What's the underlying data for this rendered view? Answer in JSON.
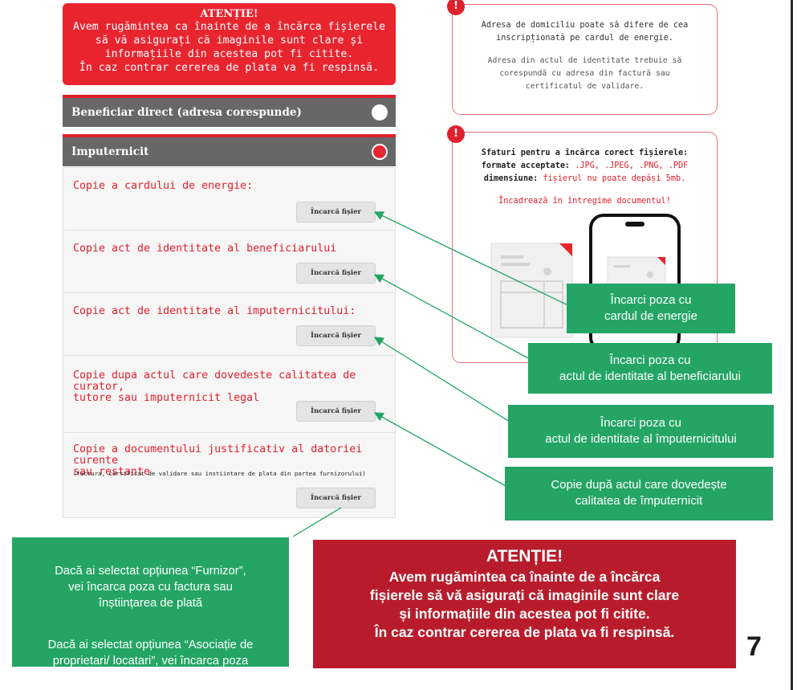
{
  "alert_top": {
    "title": "ATENȚIE!",
    "body": "Avem rugămintea ca înainte de a încărca fișierele\nsă vă asigurați că imaginile sunt clare și\ninformațiile din acestea pot fi citite.\nÎn caz contrar cererea de plata va fi respinsă."
  },
  "options": [
    {
      "label": "Beneficiar direct (adresa corespunde)",
      "selected": false
    },
    {
      "label": "Imputernicit",
      "selected": true
    }
  ],
  "uploads": [
    {
      "label": "Copie a cardului de energie:",
      "note": "",
      "button": "Încarcă fișier"
    },
    {
      "label": "Copie act de identitate al beneficiarului",
      "note": "",
      "button": "Încarcă fișier"
    },
    {
      "label": "Copie act de identitate al imputernicitului:",
      "note": "",
      "button": "Încarcă fișier"
    },
    {
      "label": "Copie dupa actul care dovedeste calitatea de curator,\ntutore sau imputernicit legal",
      "note": "",
      "button": "Încarcă fișier"
    },
    {
      "label": "Copie a documentului justificativ al datoriei curente\nsau restante",
      "note": "(factura, certificat de validare sau instiintare de plata din partea furnizorului)",
      "button": "Încarcă fișier"
    }
  ],
  "info_address": {
    "line1": "Adresa de domiciliu poate să difere de cea\ninscripționată pe cardul de energie.",
    "line2": "Adresa din actul de identitate trebuie să\ncorespundă cu adresa din factură sau\ncertificatul de validare."
  },
  "info_tips": {
    "title": "Sfaturi pentru a încărca corect fișierele:",
    "formats_label": "formate acceptate:",
    "formats_value": " .JPG, .JPEG, .PNG, .PDF",
    "size_label": "dimensiune:",
    "size_value": " fișierul nu poate depăși 5mb.",
    "frame": "Încadrează în întregime documentul!"
  },
  "callouts": [
    "Încarci poza cu\ncardul de energie",
    "Încarci poza cu\nactul de identitate al beneficiarului",
    "Încarci poza cu\nactul de identitate al împuternicitului",
    "Copie după actul care dovedește\ncalitatea de împuternicit"
  ],
  "note_left": {
    "p1": "Dacă ai selectat opțiunea “Furnizor”,\nvei încarca poza cu factura sau\nînștiințarea de plată",
    "p2": "Dacă ai selectat opțiunea “Asociație de\nproprietari/ locatari”, vei încarca poza\ncu Certificatul de validare a datoriei"
  },
  "alert_bottom": {
    "title": "ATENȚIE!",
    "body": "Avem rugămintea ca înainte de a încărca\nfișierele să vă asigurați că imaginile sunt clare\nși informațiile din acestea pot fi citite.\nÎn caz contrar cererea de plata va fi respinsă."
  },
  "page_number": "7",
  "colors": {
    "red": "#e8252f",
    "dark_red": "#b81c2c",
    "green": "#24a565",
    "grey_header": "#676767"
  }
}
